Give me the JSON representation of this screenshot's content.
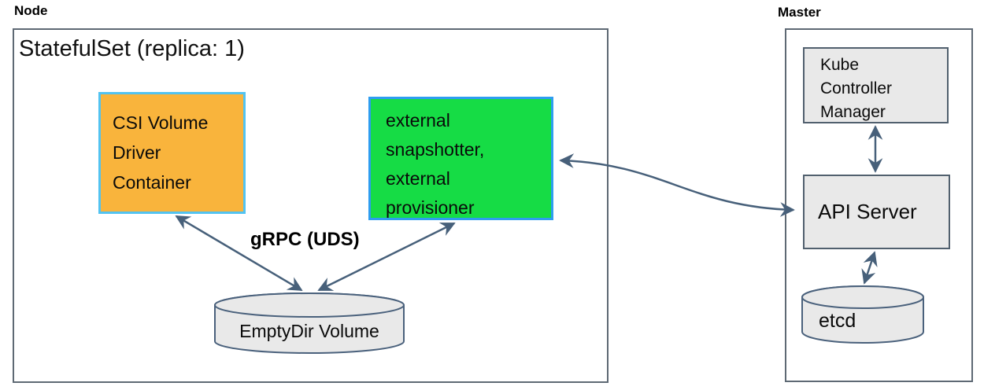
{
  "node": {
    "label": "Node",
    "statefulset_label": "StatefulSet (replica: 1)",
    "csi_box_label": "CSI Volume\nDriver\nContainer",
    "sidecar_box_label": "external\nsnapshotter,\nexternal\nprovisioner",
    "grpc_label": "gRPC (UDS)",
    "emptydir_label": "EmptyDir Volume"
  },
  "master": {
    "label": "Master",
    "kcm_label": "Kube\nController\nManager",
    "api_server_label": "API Server",
    "etcd_label": "etcd"
  },
  "colors": {
    "csi_box_fill": "#F9B43C",
    "csi_box_border": "#52C3F1",
    "sidecar_box_fill": "#16DC45",
    "sidecar_box_border": "#2E9DF0",
    "gray_box_fill": "#E9E9E9",
    "shape_border": "#4A617C",
    "arrow": "#47607A",
    "container_border": "#5E6974",
    "text": "#000000"
  }
}
